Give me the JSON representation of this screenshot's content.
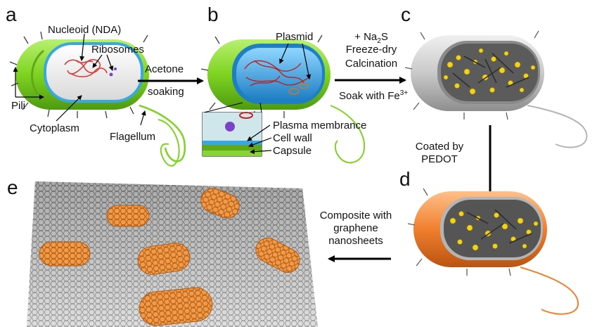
{
  "panels": {
    "a": "a",
    "b": "b",
    "c": "c",
    "d": "d",
    "e": "e"
  },
  "labels_a": {
    "nucleoid": "Nucleoid (NDA)",
    "ribosomes": "Ribosomes",
    "pili": "Pili",
    "cytoplasm": "Cytoplasm",
    "flagellum": "Flagellum"
  },
  "labels_b": {
    "plasmid": "Plasmid",
    "plasma_membrance": "Plasma membrance",
    "cell_wall": "Cell wall",
    "capsule": "Capsule"
  },
  "steps": {
    "a_to_b": {
      "line1": "Acetone",
      "line2": "soaking"
    },
    "b_to_c": {
      "line1_prefix": "+ Na",
      "line1_sub": "2",
      "line1_suffix": "S",
      "line2": "Freeze-dry",
      "line3": "Calcination",
      "line4_prefix": "Soak with Fe",
      "line4_sup": "3+"
    },
    "c_to_d": {
      "line1": "Coated by",
      "line2": "PEDOT"
    },
    "d_to_e": {
      "line1": "Composite with",
      "line2": "graphene",
      "line3": "nanosheets"
    }
  },
  "colors": {
    "cell_green": "#7ed321",
    "membrane_blue": "#3ba7e0",
    "cell_gray": "#c9c9c9",
    "cell_orange": "#f07f2e",
    "sulfur_yellow": "#f3d21a",
    "graphene_gray": "#8d8d8d"
  }
}
